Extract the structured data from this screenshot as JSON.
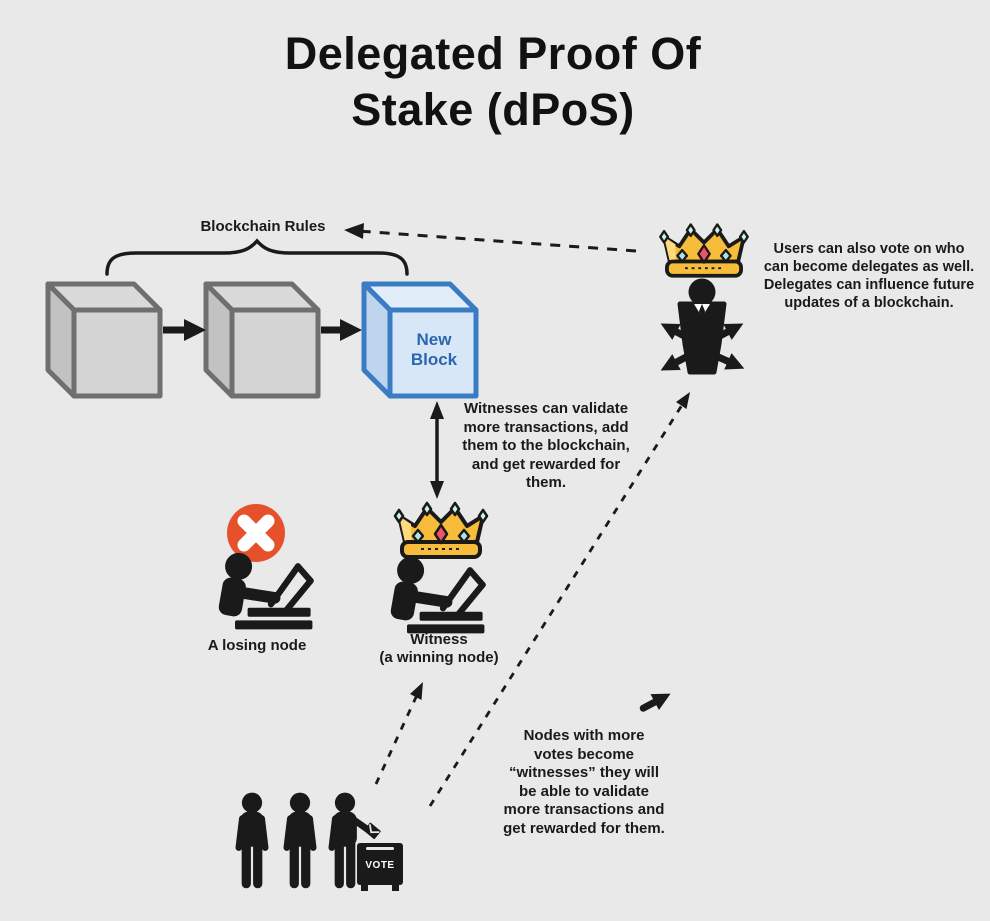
{
  "title": {
    "line1": "Delegated Proof Of",
    "line2": "Stake (dPoS)"
  },
  "labels": {
    "blockchain_rules": "Blockchain Rules",
    "new_block": "New Block",
    "losing_node": "A losing node",
    "witness_line1": "Witness",
    "witness_line2": "(a winning node)",
    "vote": "VOTE"
  },
  "notes": {
    "witness_validate": [
      "Witnesses can validate",
      "more transactions, add",
      "them to the blockchain,",
      "and get rewarded for",
      "them."
    ],
    "users_vote": [
      "Users can also vote on who",
      "can become delegates as well.",
      "Delegates can influence future",
      "updates of a blockchain."
    ],
    "nodes_votes": [
      "Nodes with more",
      "votes become",
      "“witnesses” they will",
      "be able to validate",
      "more transactions and",
      "get rewarded for them."
    ]
  },
  "icons": {
    "gray_block": "blockchain-block-cube",
    "new_block": "new-block-cube",
    "chain_arrow": "chain-link-arrow",
    "brace": "curly-brace",
    "crown": "crown-icon",
    "delegate_person": "delegate-person-icon",
    "witness_node": "person-laptop-icon",
    "losing_node": "person-laptop-icon",
    "error_mark": "error-x-icon",
    "voters": "standing-voters-icon",
    "ballot_box": "ballot-box-icon",
    "double_arrow": "double-headed-arrow",
    "dashed_arrows": "dashed-vote-arrows"
  },
  "colors": {
    "background": "#E9E9E9",
    "ink": "#1A1A1A",
    "block_fill": "#D4D4D4",
    "block_side": "#C2C2C2",
    "block_stroke": "#6F6F6F",
    "new_block_fill": "#D8E7F8",
    "new_block_side": "#BFD5EE",
    "new_block_stroke": "#3A7CC4",
    "new_block_text": "#2B66AE",
    "crown_gold": "#F7BC3A",
    "crown_gold_light": "#FFD97E",
    "jewel_cyan": "#AEE3EC",
    "jewel_red": "#F0516C",
    "error_red": "#E5512B",
    "vote_text": "#FFFFFF"
  }
}
